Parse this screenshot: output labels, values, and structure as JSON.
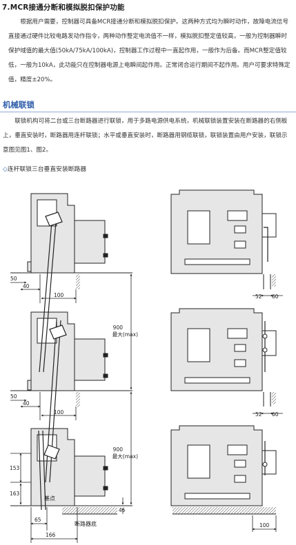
{
  "section7": {
    "title": "7.MCR接通分断和模拟脱扣保护功能",
    "body": "根据用户需要，控制器可具备MCR接通分断和模拟脱扣保护。这两种方式均为瞬时动作，故障电流信号直接通过硬件比较电路发动作指令，两种动作整定电流值不一样，模拟脱扣整定值较高，一般为控制器瞬时保护域值的最大值(50kA/75kA/100kA)，控制器工作过程中一直起作用，一般作为后备。而MCR整定值较低，一般为10kA，此功能只在控制器电源上电瞬间起作用。正常闭合运行期间不起作用。用户可要求特殊定值，精度±20%。"
  },
  "interlock": {
    "title": "机械联锁",
    "body": "联锁机构可将二台或三台断路器进行联锁，用于多路电源供电系统，机械联锁装置安装在断路器的右侧板上，垂直安装时，断路器用连杆联锁；水平或垂直安装时，断路器用钢缆联锁，联锁装置由用户安装，联锁示意图见图1、图2。",
    "subhead_marker": "◇",
    "subhead": "连杆联锁三台垂直安装断路器"
  },
  "diagram": {
    "dims": {
      "d50": "50",
      "d40": "40",
      "d100": "100",
      "d900": "900",
      "dmax": "最大(max)",
      "d52": "52",
      "d60": "60",
      "d153": "153",
      "d163": "163",
      "d65": "65",
      "d166": "166",
      "d45": "45"
    },
    "labels": {
      "datum": "基点",
      "base": "断路器底"
    }
  }
}
